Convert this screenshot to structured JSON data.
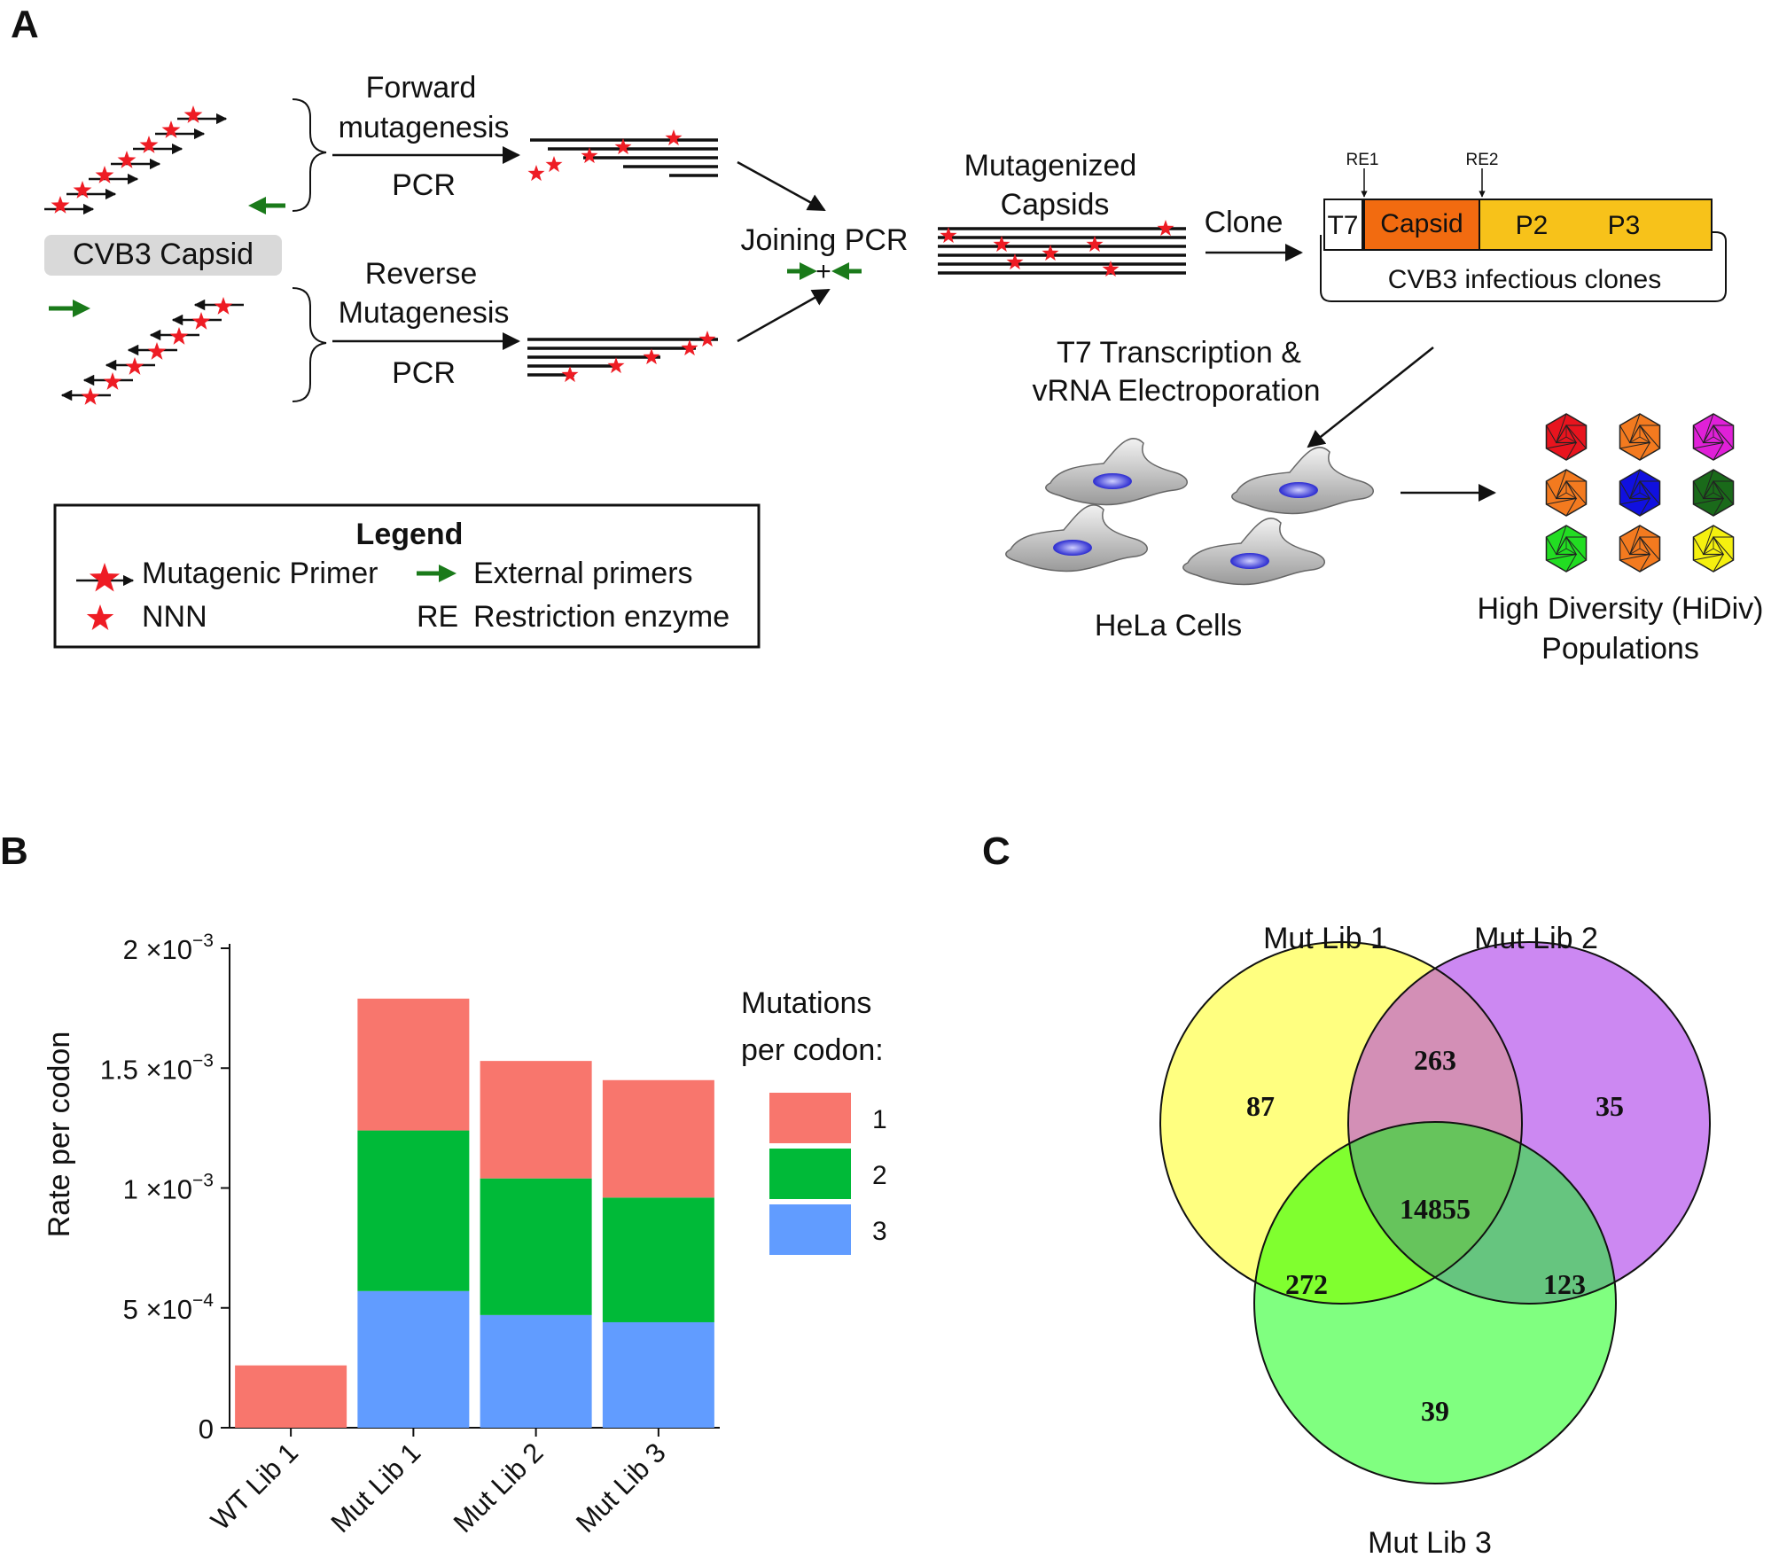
{
  "panels": {
    "a": "A",
    "b": "B",
    "c": "C"
  },
  "panel_a": {
    "capsid_label": "CVB3 Capsid",
    "forward": {
      "line1": "Forward",
      "line2": "mutagenesis",
      "pcr": "PCR"
    },
    "reverse": {
      "line1": "Reverse",
      "line2": "Mutagenesis",
      "pcr": "PCR"
    },
    "joining": "Joining PCR",
    "joining_plus": "+",
    "mutagenized": {
      "line1": "Mutagenized",
      "line2": "Capsids"
    },
    "clone": "Clone",
    "construct": {
      "t7": "T7",
      "capsid": "Capsid",
      "p2": "P2",
      "p3": "P3",
      "re1": "RE1",
      "re2": "RE2",
      "caption": "CVB3 infectious clones"
    },
    "transcription": {
      "line1": "T7 Transcription  &",
      "line2": "vRNA Electroporation"
    },
    "cells": "HeLa Cells",
    "populations": {
      "line1": "High Diversity (HiDiv)",
      "line2": "Populations"
    },
    "legend": {
      "title": "Legend",
      "mutagenic_primer": "Mutagenic Primer",
      "external_primers": "External primers",
      "nnn": "NNN",
      "re_abbr": "RE",
      "restriction_enzyme": "Restriction enzyme"
    },
    "colors": {
      "star": "#ee1c24",
      "primer_green": "#1a7a1a",
      "capsid_box": "#f26b10",
      "p2p3_box": "#f7c21a",
      "capsid_label_bg": "#d9d9d9"
    },
    "virion_colors": [
      "#e8141e",
      "#f37a1f",
      "#e020d8",
      "#f37a1f",
      "#1010e0",
      "#1a6a1a",
      "#22dd22",
      "#f37a1f",
      "#f5f00f"
    ]
  },
  "chart_data": {
    "type": "bar",
    "stacked": true,
    "categories": [
      "WT Lib 1",
      "Mut Lib 1",
      "Mut Lib 2",
      "Mut Lib 3"
    ],
    "series": [
      {
        "name": "3",
        "color": "#619cff",
        "values": [
          0,
          0.00057,
          0.00047,
          0.00044
        ]
      },
      {
        "name": "2",
        "color": "#00ba38",
        "values": [
          0,
          0.00067,
          0.00057,
          0.00052
        ]
      },
      {
        "name": "1",
        "color": "#f8766d",
        "values": [
          0.00026,
          0.00055,
          0.00049,
          0.00049
        ]
      }
    ],
    "ylabel": "Rate per codon",
    "ylim": [
      0,
      0.002
    ],
    "yticks": [
      0,
      0.0005,
      0.001,
      0.0015,
      0.002
    ],
    "ytick_mantissa": [
      "0",
      "5",
      "1",
      "1.5",
      "2"
    ],
    "ytick_times": "×10",
    "ytick_exponent": [
      "",
      "−4",
      "−3",
      "−3",
      "−3"
    ],
    "legend_title_lines": [
      "Mutations",
      "per codon:"
    ],
    "legend_order": [
      "1",
      "2",
      "3"
    ],
    "legend_colors": [
      "#f8766d",
      "#00ba38",
      "#619cff"
    ]
  },
  "panel_c": {
    "sets": [
      {
        "name": "Mut Lib 1",
        "color": "#ffff80"
      },
      {
        "name": "Mut Lib 2",
        "color": "#cc88f2"
      },
      {
        "name": "Mut Lib 3",
        "color": "#80ff80"
      }
    ],
    "regions": {
      "only1": "87",
      "only2": "35",
      "only3": "39",
      "r12": "263",
      "r13": "272",
      "r23": "123",
      "r123": "14855"
    }
  }
}
